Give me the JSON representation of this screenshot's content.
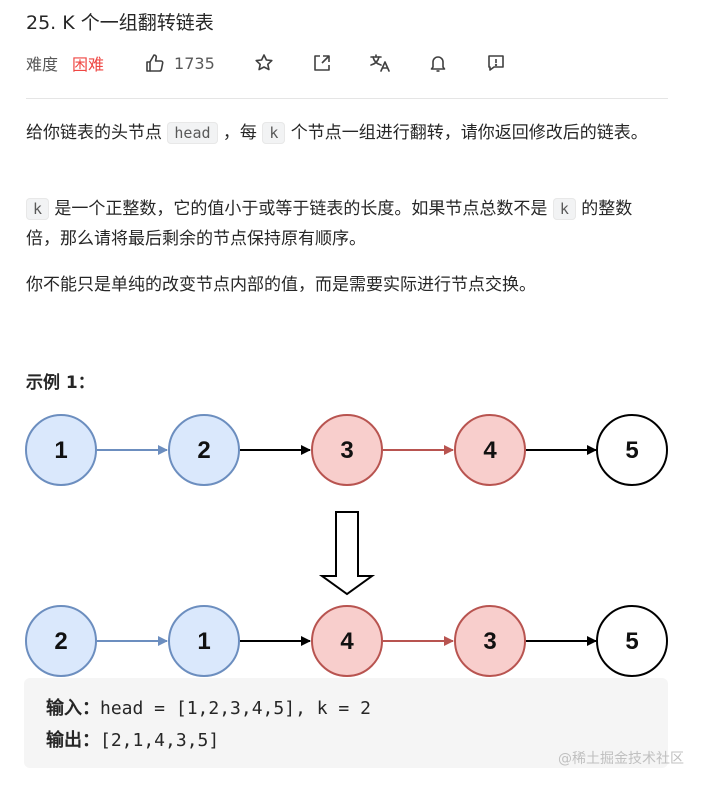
{
  "problem": {
    "title": "25. K 个一组翻转链表",
    "difficulty_label": "难度",
    "difficulty_value": "困难",
    "likes": "1735"
  },
  "description": {
    "p1_a": "给你链表的头节点 ",
    "p1_code1": "head",
    "p1_b": " ，每 ",
    "p1_code2": "k",
    "p1_c": " 个节点一组进行翻转，请你返回修改后的链表。",
    "p2_code1": "k",
    "p2_a": " 是一个正整数，它的值小于或等于链表的长度。如果节点总数不是 ",
    "p2_code2": "k",
    "p2_b": " 的整数倍，那么请将最后剩余的节点保持原有顺序。",
    "p3": "你不能只是单纯的改变节点内部的值，而是需要实际进行节点交换。"
  },
  "example": {
    "title": "示例 1：",
    "before_nodes": [
      "1",
      "2",
      "3",
      "4",
      "5"
    ],
    "after_nodes": [
      "2",
      "1",
      "4",
      "3",
      "5"
    ],
    "input_label": "输入：",
    "input_value": "head = [1,2,3,4,5], k = 2",
    "output_label": "输出：",
    "output_value": "[2,1,4,3,5]"
  },
  "colors": {
    "blue_fill": "#dae8fc",
    "blue_stroke": "#6c8ebf",
    "red_fill": "#f8cecc",
    "red_stroke": "#b85450",
    "white_fill": "#ffffff",
    "black_stroke": "#000000",
    "difficulty": "#ef4743"
  },
  "watermark": "@稀土掘金技术社区"
}
